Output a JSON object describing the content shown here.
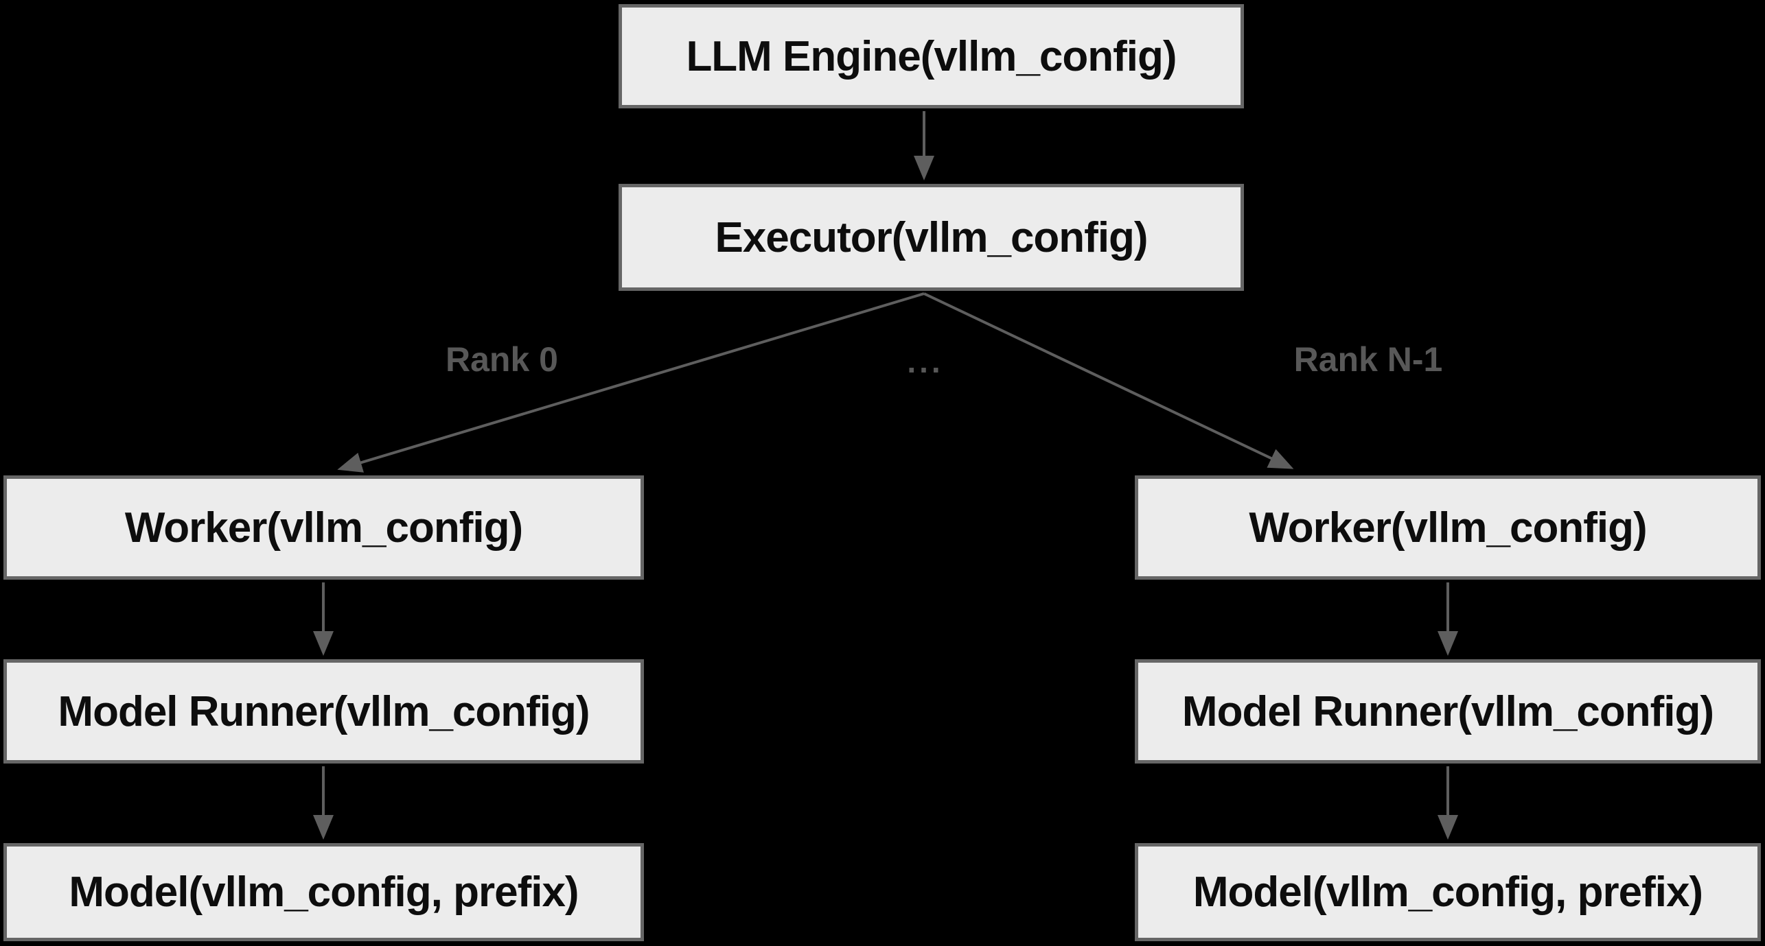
{
  "diagram": {
    "type": "flowchart",
    "title": "vLLM engine / executor / worker architecture",
    "colors": {
      "background": "#000000",
      "node_fill": "#ececec",
      "node_border": "#666666",
      "node_text": "#0d0d0d",
      "edge": "#5e5e5e",
      "edge_label": "#585858"
    },
    "nodes": {
      "llm_engine": {
        "label": "LLM Engine(vllm_config)"
      },
      "executor": {
        "label": "Executor(vllm_config)"
      },
      "worker_rank0": {
        "label": "Worker(vllm_config)"
      },
      "worker_rankn": {
        "label": "Worker(vllm_config)"
      },
      "model_runner_rank0": {
        "label": "Model Runner(vllm_config)"
      },
      "model_runner_rankn": {
        "label": "Model Runner(vllm_config)"
      },
      "model_rank0": {
        "label": "Model(vllm_config, prefix)"
      },
      "model_rankn": {
        "label": "Model(vllm_config, prefix)"
      }
    },
    "edge_labels": {
      "rank0": "Rank 0",
      "ellipsis": "...",
      "rank_n_minus_1": "Rank N-1"
    },
    "edges": [
      {
        "from": "llm_engine",
        "to": "executor"
      },
      {
        "from": "executor",
        "to": "worker_rank0",
        "label": "Rank 0"
      },
      {
        "from": "executor",
        "to": "worker_rankn",
        "label": "Rank N-1"
      },
      {
        "from": "worker_rank0",
        "to": "model_runner_rank0"
      },
      {
        "from": "model_runner_rank0",
        "to": "model_rank0"
      },
      {
        "from": "worker_rankn",
        "to": "model_runner_rankn"
      },
      {
        "from": "model_runner_rankn",
        "to": "model_rankn"
      }
    ]
  }
}
